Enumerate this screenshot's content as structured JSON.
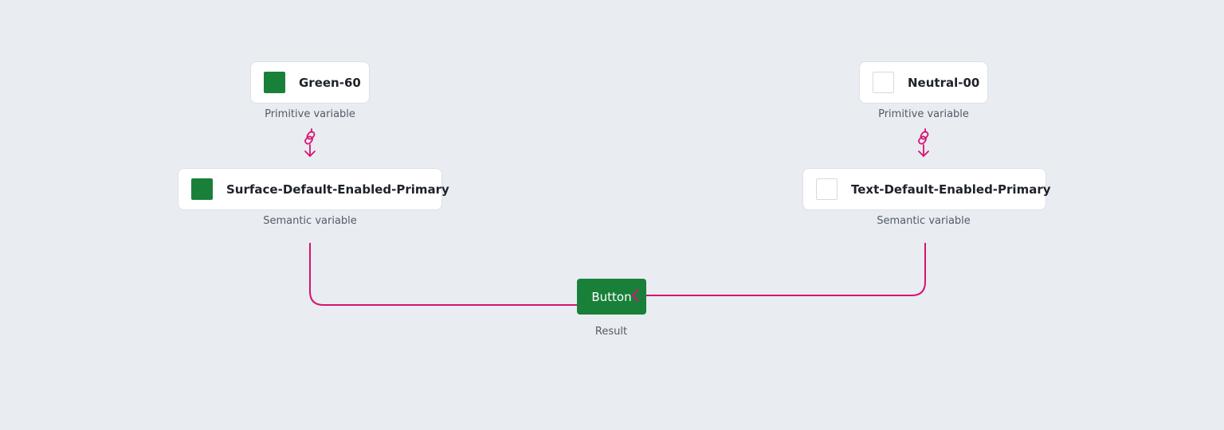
{
  "colors": {
    "background": "#e9ecf1",
    "connector": "#d6136f",
    "green": "#188038",
    "neutral": "#ffffff",
    "button_text": "#ffffff"
  },
  "left_chain": {
    "primitive": {
      "label": "Green-60",
      "swatch_color": "#188038",
      "caption": "Primitive variable"
    },
    "link_icon": "link-arrow-down-icon",
    "semantic": {
      "label": "Surface-Default-Enabled-Primary",
      "swatch_color": "#188038",
      "caption": "Semantic variable"
    }
  },
  "right_chain": {
    "primitive": {
      "label": "Neutral-00",
      "swatch_color": "#ffffff",
      "caption": "Primitive variable"
    },
    "link_icon": "link-arrow-down-icon",
    "semantic": {
      "label": "Text-Default-Enabled-Primary",
      "swatch_color": "#ffffff",
      "caption": "Semantic variable"
    }
  },
  "result": {
    "button_label": "Button",
    "caption": "Result"
  }
}
